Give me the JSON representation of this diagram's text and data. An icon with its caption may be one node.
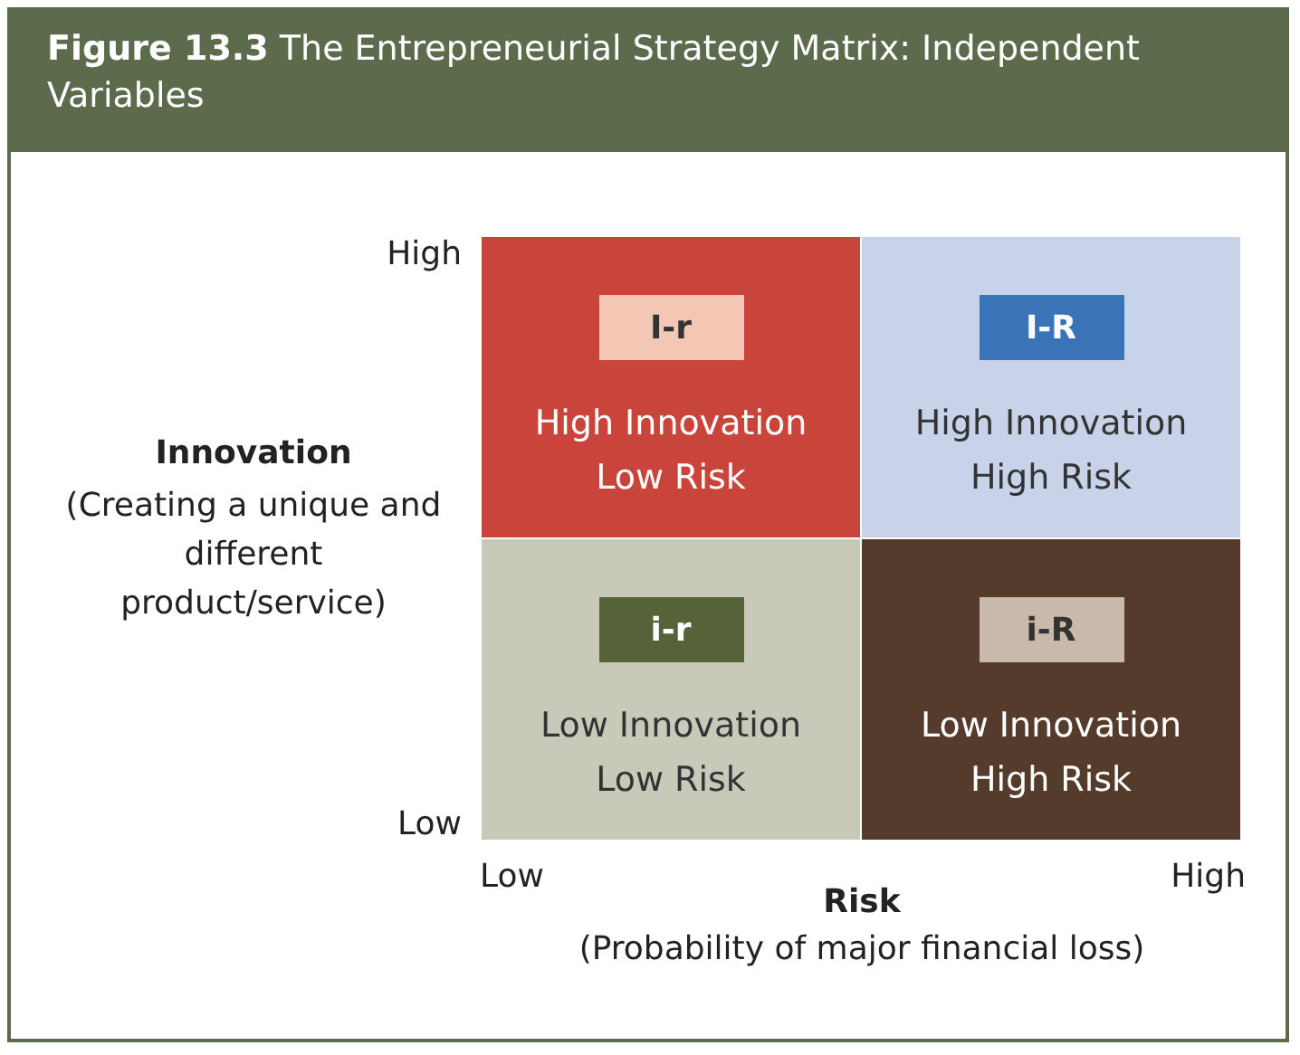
{
  "diagram": {
    "title": "**Figure 13.3** The Entrepreneurial Strategy Matrix: Independent Variables",
    "nodes": [
      {
        "text": [
          "High Innovation Low Risk"
        ]
      },
      {
        "text": [
          "I-r"
        ],
        "in": 0
      },
      {
        "text": [
          "High Innovation High Risk"
        ]
      },
      {
        "text": [
          "I-R"
        ],
        "in": 2
      },
      {
        "text": [
          "Low Innovation Low Risk"
        ]
      },
      {
        "text": [
          "i-r"
        ],
        "in": 4
      },
      {
        "text": [
          "Low Innovation High Risk"
        ]
      },
      {
        "text": [
          "i-R"
        ],
        "in": 6
      }
    ],
    "labels": [
      "High",
      "Innovation",
      "(Creating a unique and different product/service)",
      "Low",
      "Low",
      "High",
      "Risk",
      "(Probability of major financial loss)"
    ]
  }
}
